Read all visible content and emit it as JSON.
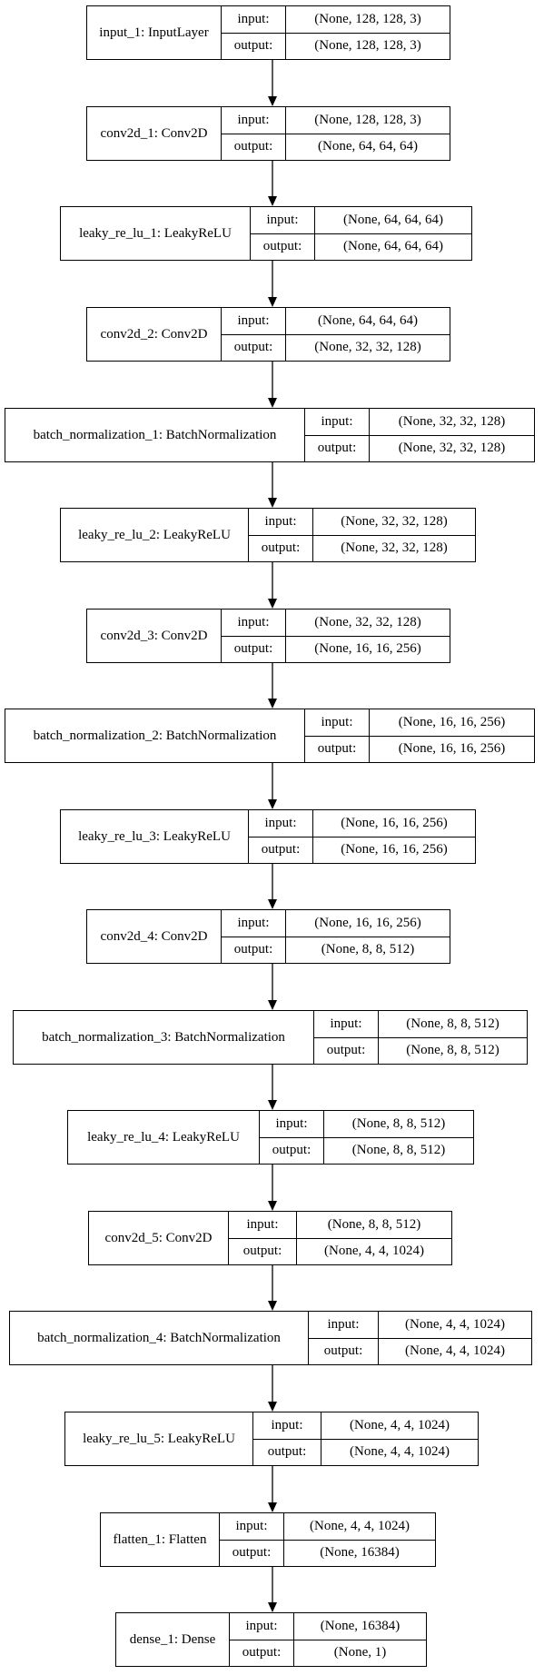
{
  "layers": [
    {
      "name": "input_1: InputLayer",
      "input_label": "input:",
      "input_shape": "(None, 128, 128, 3)",
      "output_label": "output:",
      "output_shape": "(None, 128, 128, 3)"
    },
    {
      "name": "conv2d_1: Conv2D",
      "input_label": "input:",
      "input_shape": "(None, 128, 128, 3)",
      "output_label": "output:",
      "output_shape": "(None, 64, 64, 64)"
    },
    {
      "name": "leaky_re_lu_1: LeakyReLU",
      "input_label": "input:",
      "input_shape": "(None, 64, 64, 64)",
      "output_label": "output:",
      "output_shape": "(None, 64, 64, 64)"
    },
    {
      "name": "conv2d_2: Conv2D",
      "input_label": "input:",
      "input_shape": "(None, 64, 64, 64)",
      "output_label": "output:",
      "output_shape": "(None, 32, 32, 128)"
    },
    {
      "name": "batch_normalization_1: BatchNormalization",
      "input_label": "input:",
      "input_shape": "(None, 32, 32, 128)",
      "output_label": "output:",
      "output_shape": "(None, 32, 32, 128)"
    },
    {
      "name": "leaky_re_lu_2: LeakyReLU",
      "input_label": "input:",
      "input_shape": "(None, 32, 32, 128)",
      "output_label": "output:",
      "output_shape": "(None, 32, 32, 128)"
    },
    {
      "name": "conv2d_3: Conv2D",
      "input_label": "input:",
      "input_shape": "(None, 32, 32, 128)",
      "output_label": "output:",
      "output_shape": "(None, 16, 16, 256)"
    },
    {
      "name": "batch_normalization_2: BatchNormalization",
      "input_label": "input:",
      "input_shape": "(None, 16, 16, 256)",
      "output_label": "output:",
      "output_shape": "(None, 16, 16, 256)"
    },
    {
      "name": "leaky_re_lu_3: LeakyReLU",
      "input_label": "input:",
      "input_shape": "(None, 16, 16, 256)",
      "output_label": "output:",
      "output_shape": "(None, 16, 16, 256)"
    },
    {
      "name": "conv2d_4: Conv2D",
      "input_label": "input:",
      "input_shape": "(None, 16, 16, 256)",
      "output_label": "output:",
      "output_shape": "(None, 8, 8, 512)"
    },
    {
      "name": "batch_normalization_3: BatchNormalization",
      "input_label": "input:",
      "input_shape": "(None, 8, 8, 512)",
      "output_label": "output:",
      "output_shape": "(None, 8, 8, 512)"
    },
    {
      "name": "leaky_re_lu_4: LeakyReLU",
      "input_label": "input:",
      "input_shape": "(None, 8, 8, 512)",
      "output_label": "output:",
      "output_shape": "(None, 8, 8, 512)"
    },
    {
      "name": "conv2d_5: Conv2D",
      "input_label": "input:",
      "input_shape": "(None, 8, 8, 512)",
      "output_label": "output:",
      "output_shape": "(None, 4, 4, 1024)"
    },
    {
      "name": "batch_normalization_4: BatchNormalization",
      "input_label": "input:",
      "input_shape": "(None, 4, 4, 1024)",
      "output_label": "output:",
      "output_shape": "(None, 4, 4, 1024)"
    },
    {
      "name": "leaky_re_lu_5: LeakyReLU",
      "input_label": "input:",
      "input_shape": "(None, 4, 4, 1024)",
      "output_label": "output:",
      "output_shape": "(None, 4, 4, 1024)"
    },
    {
      "name": "flatten_1: Flatten",
      "input_label": "input:",
      "input_shape": "(None, 4, 4, 1024)",
      "output_label": "output:",
      "output_shape": "(None, 16384)"
    },
    {
      "name": "dense_1: Dense",
      "input_label": "input:",
      "input_shape": "(None, 16384)",
      "output_label": "output:",
      "output_shape": "(None, 1)"
    }
  ]
}
